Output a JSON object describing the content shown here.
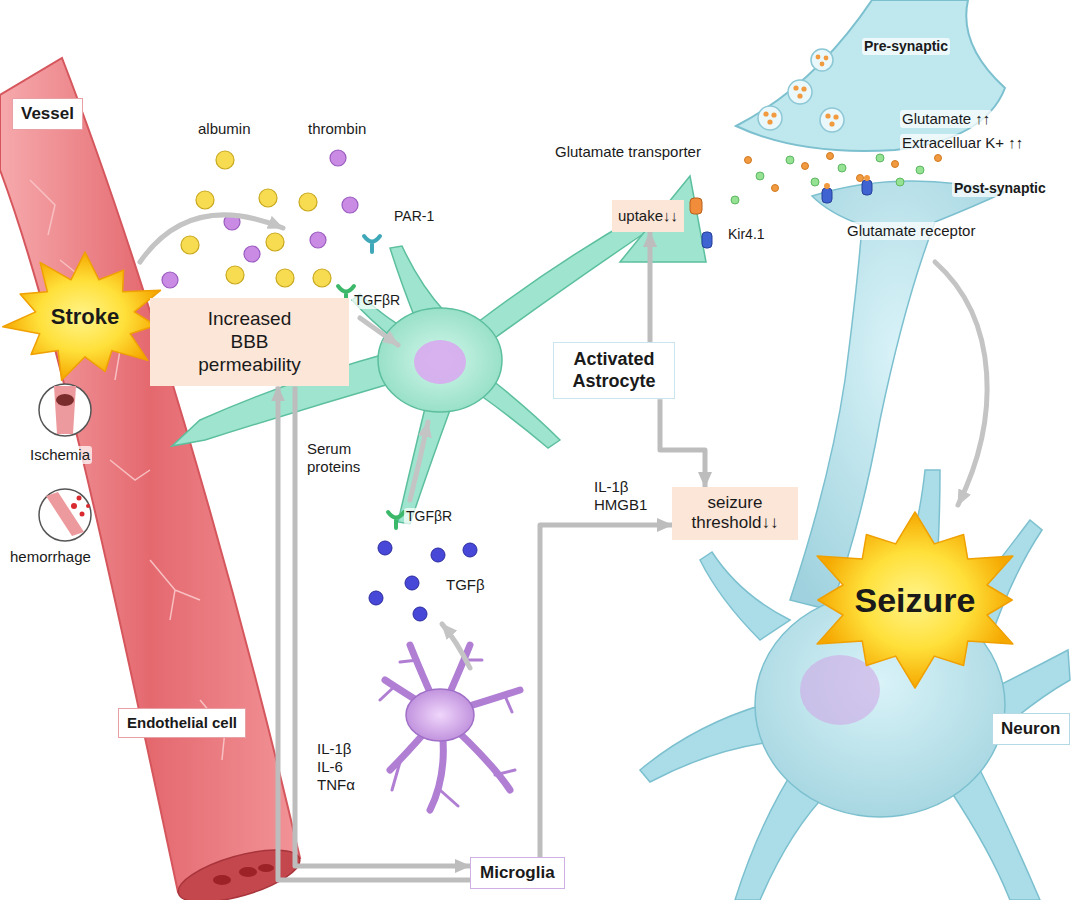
{
  "diagram": {
    "nodes": [
      {
        "text": [
          "Vessel"
        ]
      },
      {
        "text": [
          "Stroke"
        ]
      },
      {
        "text": [
          "Increased BBB permeability"
        ]
      },
      {
        "text": [
          "uptake↓↓"
        ]
      },
      {
        "text": [
          "Activated Astrocyte"
        ]
      },
      {
        "text": [
          "seizure threshold↓↓"
        ]
      },
      {
        "text": [
          "Seizure"
        ]
      },
      {
        "text": [
          "Endothelial cell"
        ]
      },
      {
        "text": [
          "Neuron"
        ]
      },
      {
        "text": [
          "Microglia"
        ]
      }
    ],
    "edges": [
      {
        "from": 2,
        "to": 9,
        "arrow": "to"
      },
      {
        "from": 9,
        "to": 2,
        "arrow": "to"
      },
      {
        "from": 4,
        "to": 5,
        "arrow": "to"
      },
      {
        "from": 9,
        "to": 5,
        "arrow": "to"
      },
      {
        "from": 4,
        "to": 3,
        "arrow": "to"
      }
    ],
    "labels": [
      "Pre-synaptic",
      "albumin",
      "thrombin",
      "Glutamate ↑↑",
      "Glutamate transporter",
      "Extracelluar K+ ↑↑",
      "Post-synaptic",
      "PAR-1",
      "Kir4.1",
      "Glutamate receptor",
      "TGFβR",
      "Ischemia",
      "Serum proteins",
      "TGFβR",
      "IL-1β HMGB1",
      "TGFβ",
      "hemorrhage",
      "IL-1β IL-6 TNFα"
    ]
  }
}
